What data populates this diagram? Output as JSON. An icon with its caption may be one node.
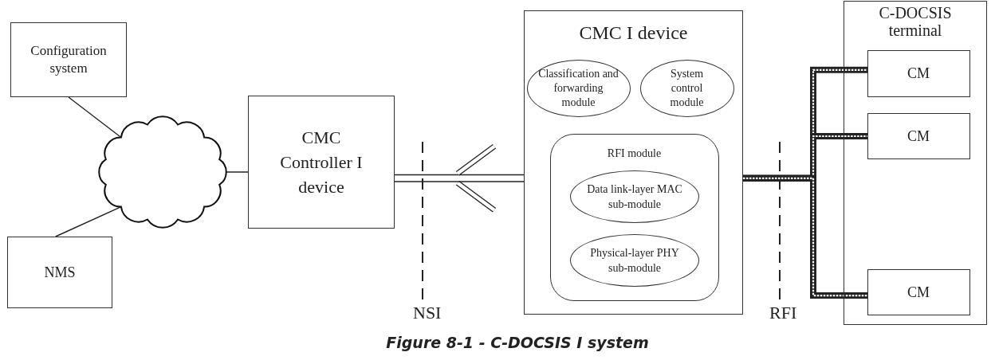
{
  "diagram": {
    "caption": "Figure 8-1 - C-DOCSIS I system",
    "nodes": [
      {
        "text": [
          "Configuration system"
        ]
      },
      {
        "text": [],
        "shape": "cloud"
      },
      {
        "text": [
          "NMS"
        ]
      },
      {
        "text": [
          "CMC Controller I device"
        ]
      },
      {
        "text": [
          "CMC I device"
        ]
      },
      {
        "text": [
          "Classification and forwarding module"
        ],
        "in": 4
      },
      {
        "text": [
          "System control module"
        ],
        "in": 4
      },
      {
        "text": [
          "RFI module"
        ],
        "in": 4
      },
      {
        "text": [
          "Data link-layer MAC sub-module"
        ],
        "in": 7
      },
      {
        "text": [
          "Physical-layer PHY sub-module"
        ],
        "in": 7
      },
      {
        "text": [
          "C-DOCSIS terminal"
        ]
      },
      {
        "text": [
          "CM"
        ],
        "in": 10
      },
      {
        "text": [
          "CM"
        ],
        "in": 10
      },
      {
        "text": [
          "CM"
        ],
        "in": 10
      }
    ],
    "edges": [
      {
        "from": 0,
        "to": 1,
        "arrow": "none"
      },
      {
        "from": 1,
        "to": 2,
        "arrow": "none"
      },
      {
        "from": 1,
        "to": 3,
        "arrow": "none"
      },
      {
        "from": 4,
        "to": 3,
        "arrow": "to"
      },
      {
        "from": 4,
        "to": 11,
        "arrow": "none",
        "style": "thick"
      },
      {
        "from": 4,
        "to": 12,
        "arrow": "none",
        "style": "thick"
      },
      {
        "from": 4,
        "to": 13,
        "arrow": "none",
        "style": "thick"
      }
    ],
    "labels": [
      "NSI",
      "RFI"
    ]
  }
}
